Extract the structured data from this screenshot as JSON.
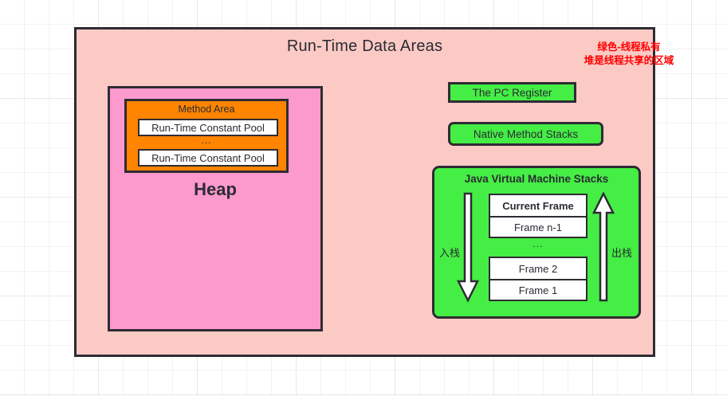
{
  "diagram": {
    "title": "Run-Time Data Areas",
    "annotation": {
      "line1": "绿色-线程私有",
      "line2": "堆是线程共享的区域",
      "color": "#ff0000"
    },
    "heap": {
      "label": "Heap",
      "color": "#fc99cd",
      "method_area": {
        "title": "Method Area",
        "color": "#ff8400",
        "constant_pools": [
          "Run-Time Constant Pool",
          "Run-Time Constant Pool"
        ],
        "ellipsis": "..."
      }
    },
    "pc_register": {
      "label": "The  PC Register",
      "color": "#44ee44"
    },
    "native_method_stacks": {
      "label": "Native Method Stacks",
      "color": "#44ee44"
    },
    "jvm_stacks": {
      "title": "Java Virtual Machine Stacks",
      "color": "#44ee44",
      "frames_top": [
        "Current Frame",
        "Frame n-1"
      ],
      "frames_bottom": [
        "Frame 2",
        "Frame 1"
      ],
      "ellipsis": "...",
      "push_label": "入栈",
      "pop_label": "出栈"
    },
    "container_color": "#fbcac5",
    "border_color": "#2f2b33"
  }
}
